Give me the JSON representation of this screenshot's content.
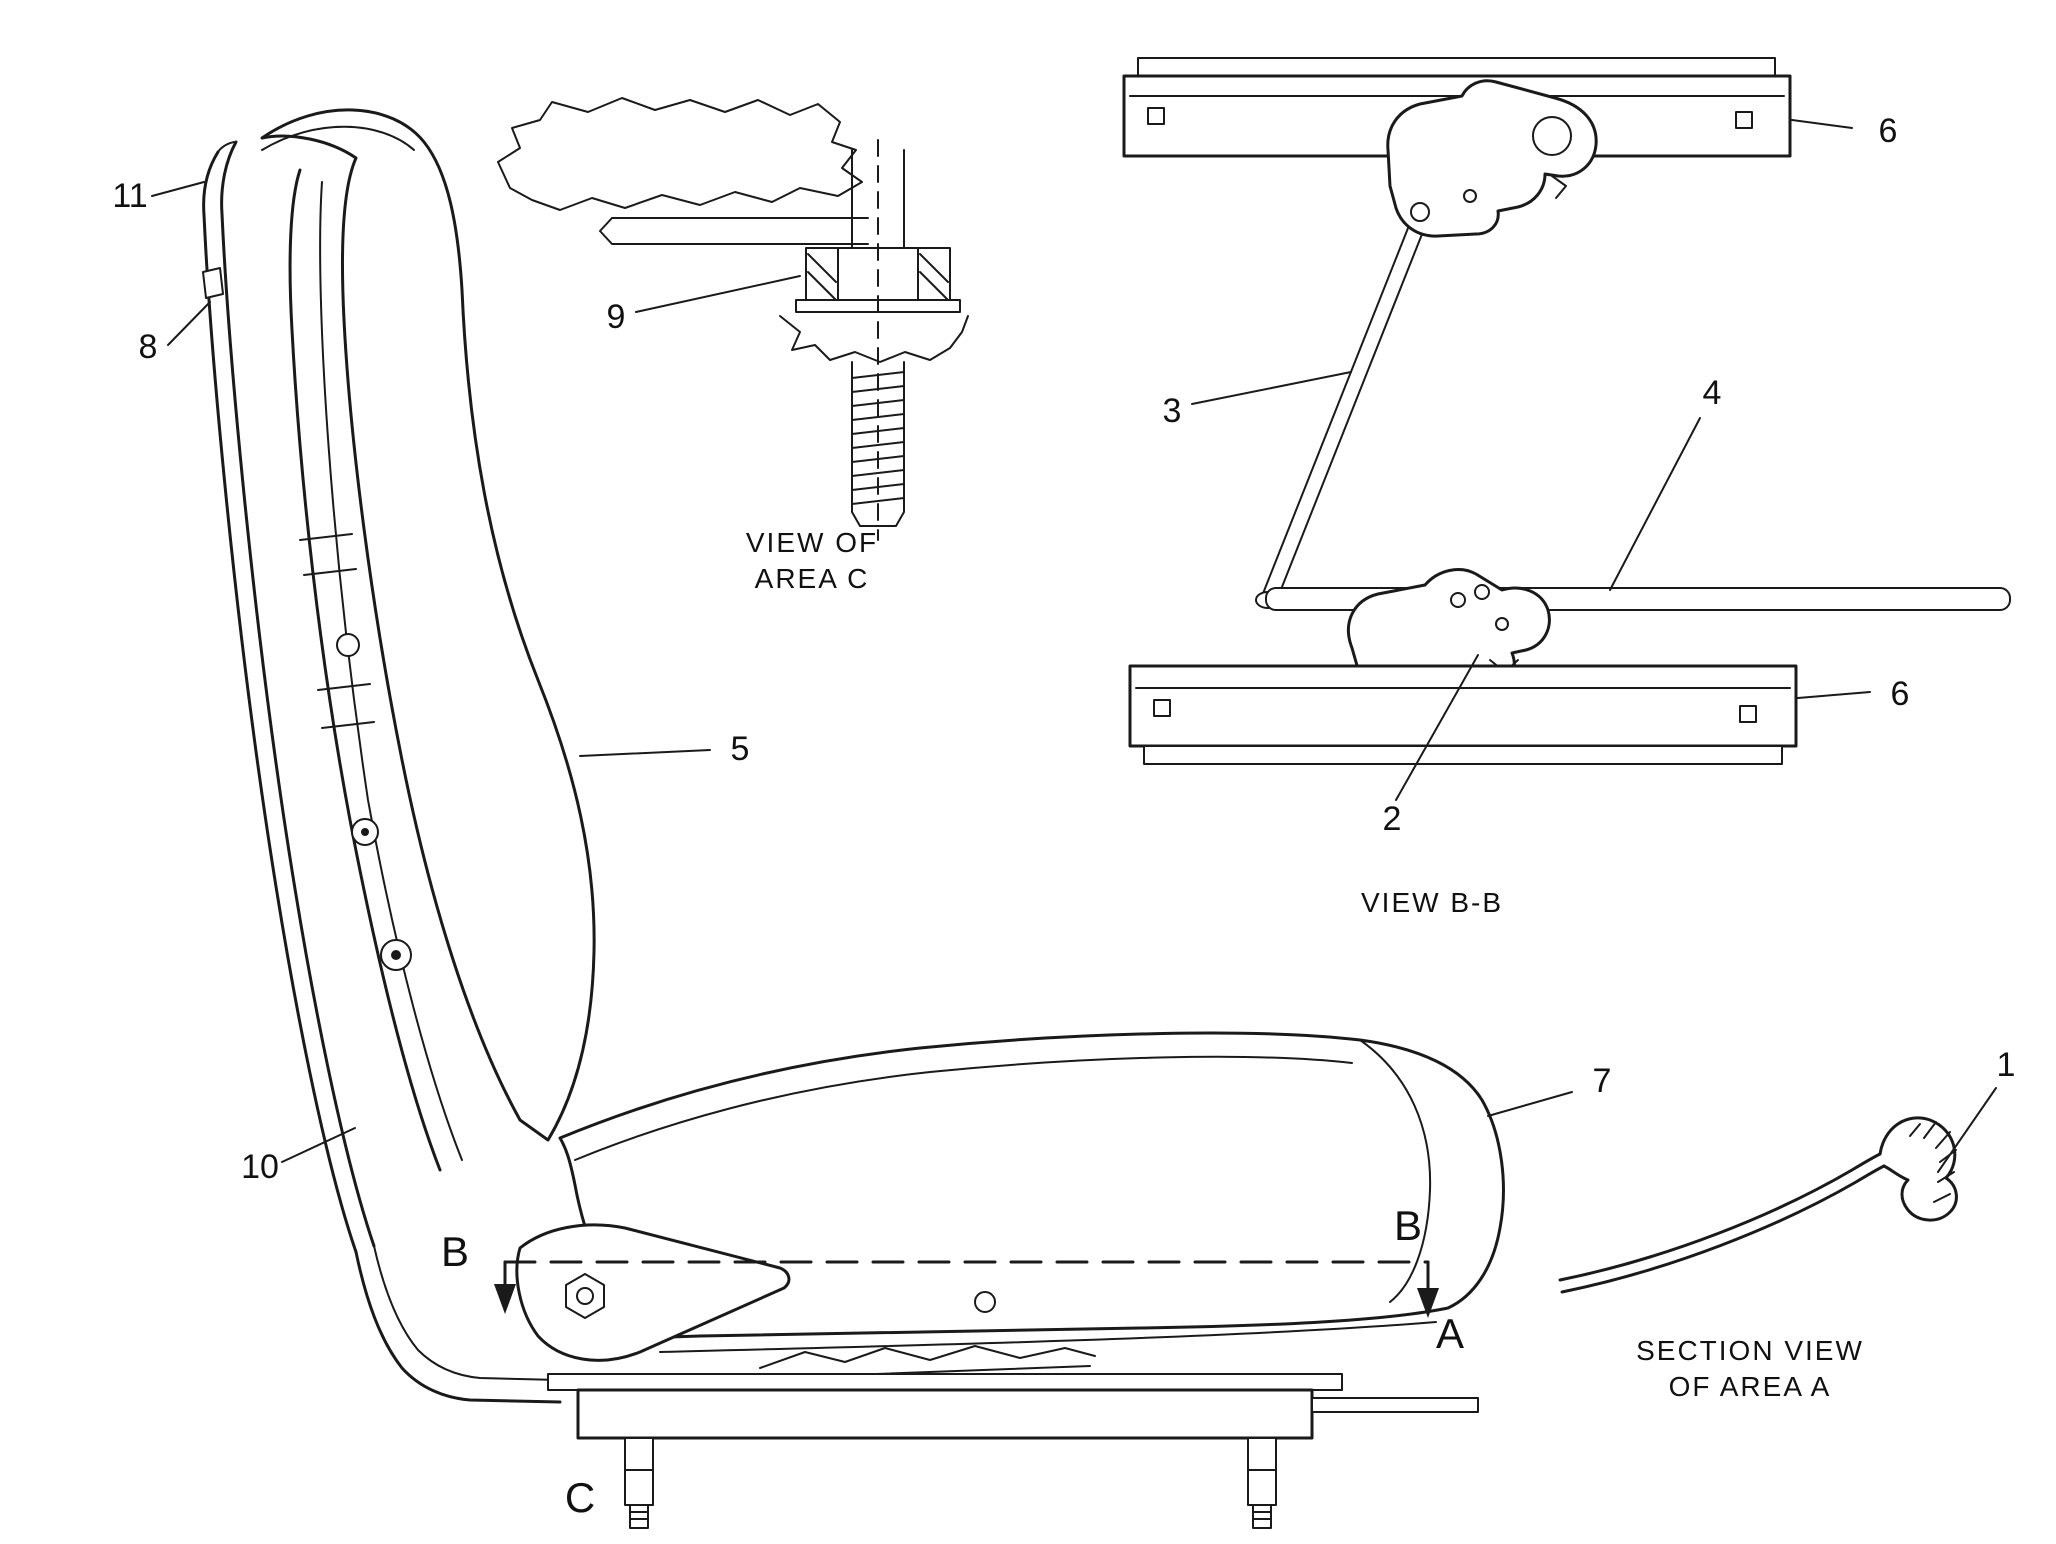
{
  "figure": {
    "description": "Seat assembly technical parts diagram, line art",
    "colors": {
      "ink": "#1a1a1a",
      "paper": "#ffffff"
    }
  },
  "callouts": {
    "n1": "1",
    "n2": "2",
    "n3": "3",
    "n4": "4",
    "n5": "5",
    "n6_top": "6",
    "n6_bottom": "6",
    "n7": "7",
    "n8": "8",
    "n9": "9",
    "n10": "10",
    "n11": "11"
  },
  "markers": {
    "b_left": "B",
    "b_right": "B",
    "a_marker": "A",
    "c_marker": "C"
  },
  "captions": {
    "view_of_area_c": [
      "VIEW OF",
      "AREA C"
    ],
    "view_bb": "VIEW B-B",
    "section_view_area_a": [
      "SECTION VIEW",
      "OF AREA A"
    ]
  }
}
